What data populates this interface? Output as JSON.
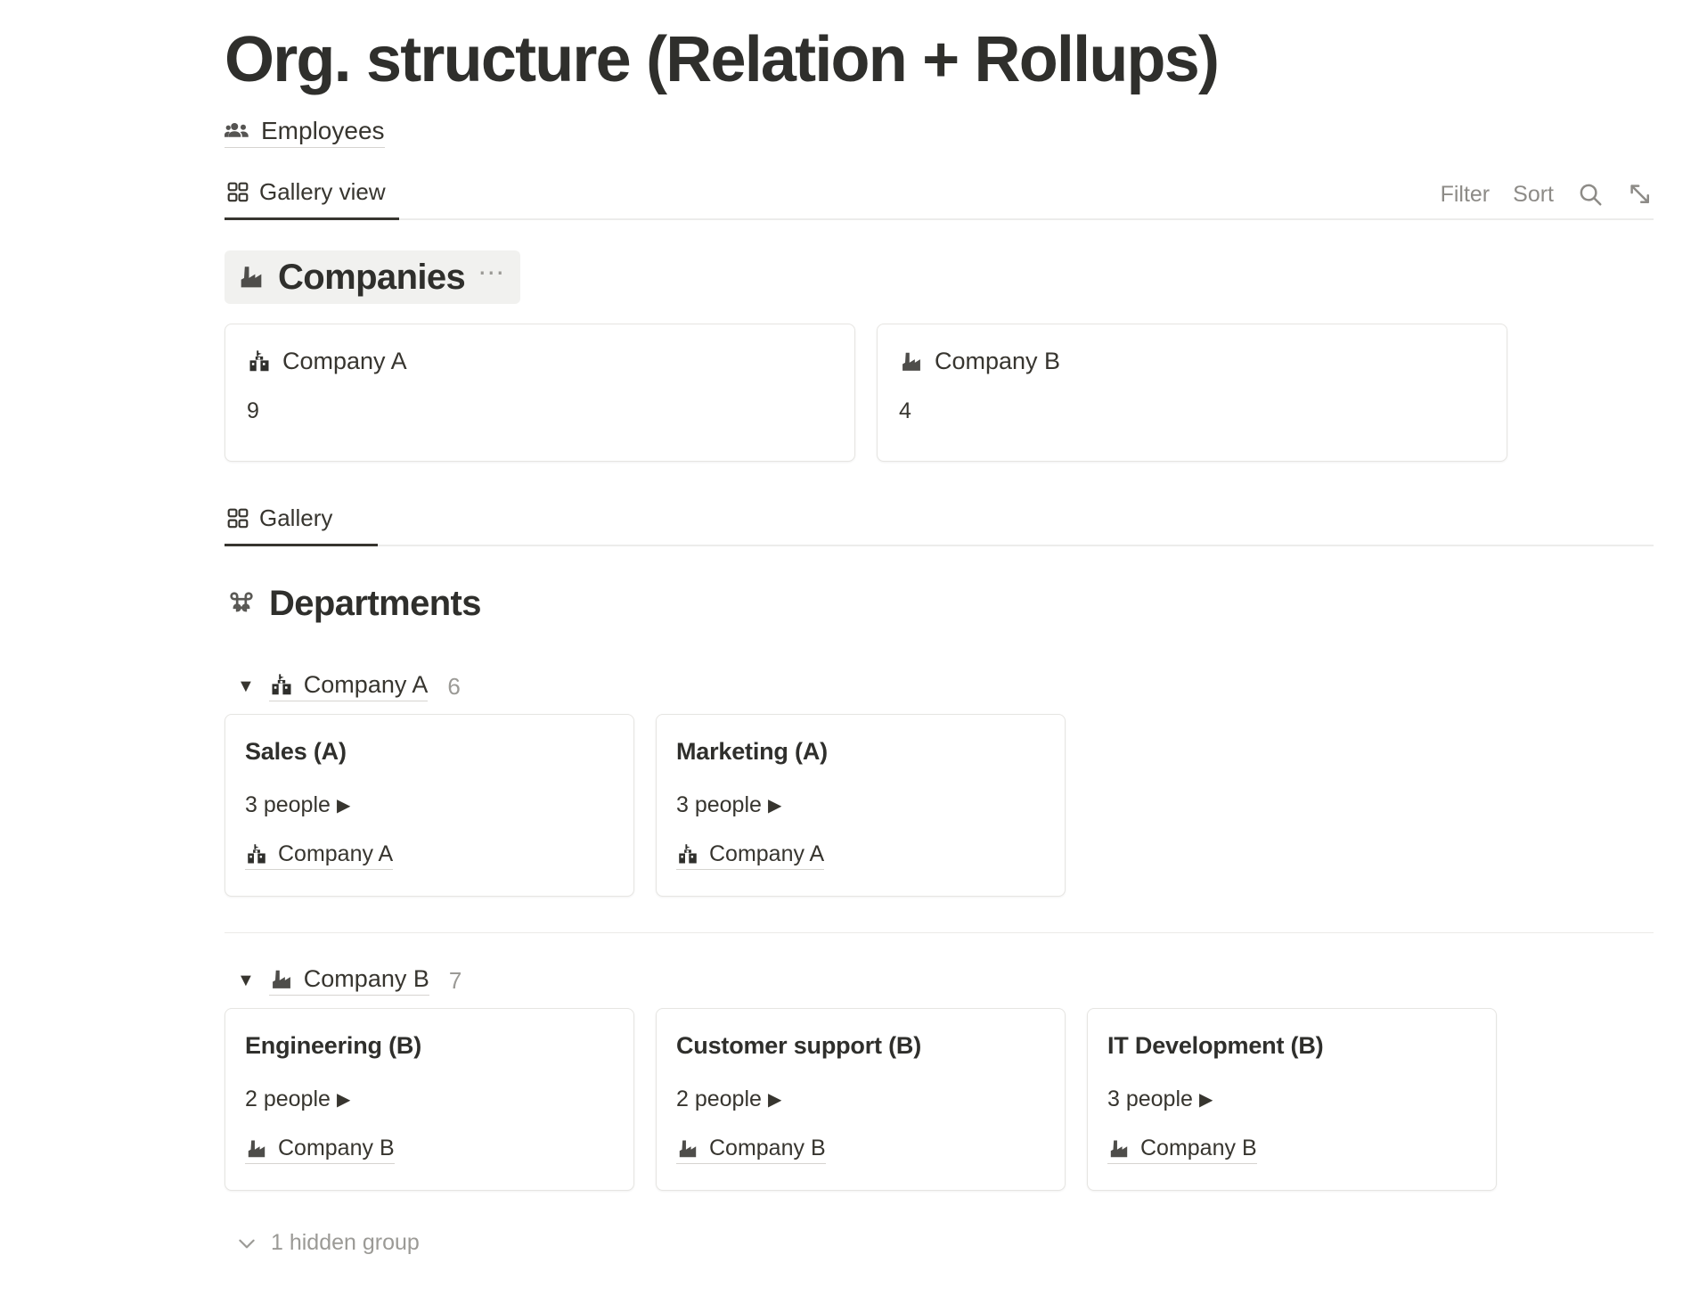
{
  "page": {
    "title": "Org. structure (Relation + Rollups)",
    "breadcrumb": {
      "label": "Employees",
      "icon": "people-group-icon"
    }
  },
  "viewbar_top": {
    "tab_label": "Gallery view",
    "tab_icon": "gallery-grid-icon",
    "actions": {
      "filter": "Filter",
      "sort": "Sort",
      "search_icon": "search-icon",
      "expand_icon": "expand-diagonal-icon"
    }
  },
  "companies_section": {
    "title": "Companies",
    "icon": "factory-icon",
    "menu": "⋯",
    "cards": [
      {
        "name": "Company A",
        "icon": "institution-icon",
        "value": "9"
      },
      {
        "name": "Company B",
        "icon": "factory-icon",
        "value": "4"
      }
    ]
  },
  "viewbar_bottom": {
    "tab_label": "Gallery",
    "tab_icon": "gallery-grid-icon"
  },
  "departments_section": {
    "title": "Departments",
    "icon": "command-loop-icon",
    "groups": [
      {
        "name": "Company A",
        "icon": "institution-icon",
        "count": "6",
        "caret": "▼",
        "cards": [
          {
            "title": "Sales (A)",
            "people": "3 people",
            "arrow": "▶",
            "relation": "Company A",
            "relation_icon": "institution-icon"
          },
          {
            "title": "Marketing (A)",
            "people": "3 people",
            "arrow": "▶",
            "relation": "Company A",
            "relation_icon": "institution-icon"
          }
        ]
      },
      {
        "name": "Company B",
        "icon": "factory-icon",
        "count": "7",
        "caret": "▼",
        "cards": [
          {
            "title": "Engineering (B)",
            "people": "2 people",
            "arrow": "▶",
            "relation": "Company B",
            "relation_icon": "factory-icon"
          },
          {
            "title": "Customer support (B)",
            "people": "2 people",
            "arrow": "▶",
            "relation": "Company B",
            "relation_icon": "factory-icon"
          },
          {
            "title": "IT Development (B)",
            "people": "3 people",
            "arrow": "▶",
            "relation": "Company B",
            "relation_icon": "factory-icon"
          }
        ]
      }
    ],
    "hidden_group": {
      "label": "1 hidden group",
      "icon": "chevron-down-icon"
    }
  },
  "colors": {
    "text": "#37352f",
    "muted": "#9b9a96",
    "card_border": "#e6e5e2",
    "section_bg": "#f1f1ef",
    "tab_active": "#37352f"
  }
}
